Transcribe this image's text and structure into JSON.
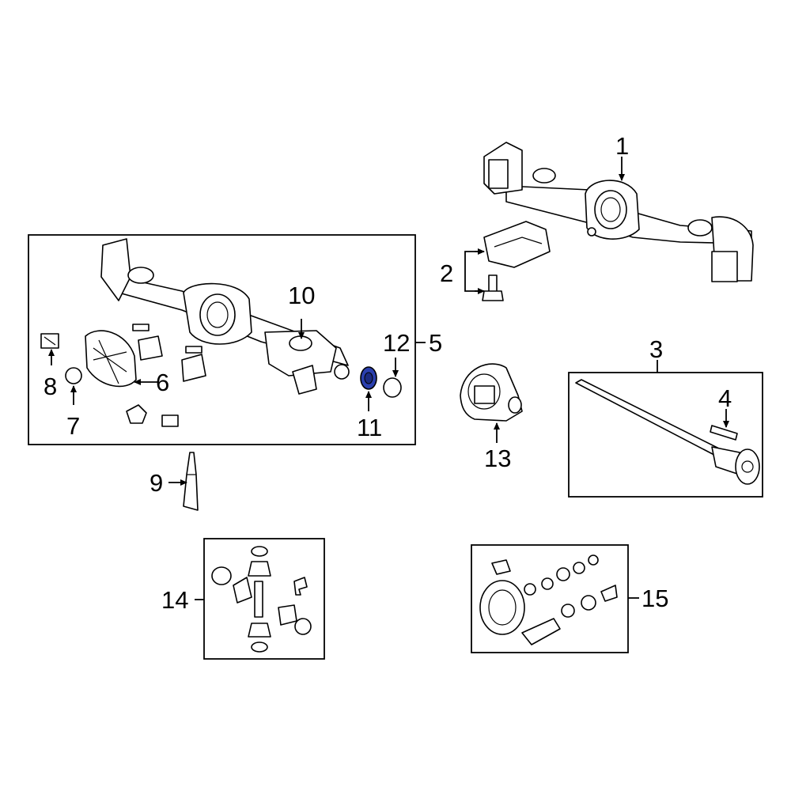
{
  "labels": {
    "c1": "1",
    "c2": "2",
    "c3": "3",
    "c4": "4",
    "c5": "5",
    "c6": "6",
    "c7": "7",
    "c8": "8",
    "c9": "9",
    "c10": "10",
    "c11": "11",
    "c12": "12",
    "c13": "13",
    "c14": "14",
    "c15": "15"
  },
  "colors": {
    "highlight": "#2a3fae",
    "line": "#000000",
    "background": "#ffffff"
  }
}
